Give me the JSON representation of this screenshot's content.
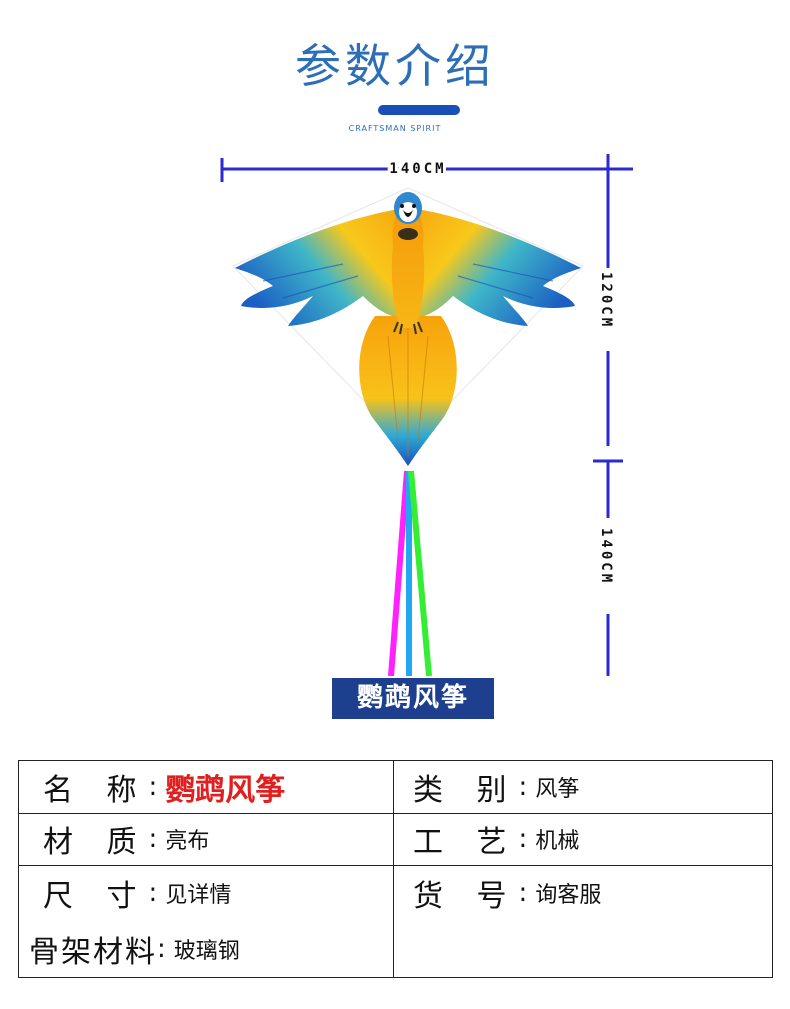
{
  "header": {
    "title": "参数介绍",
    "subtitle": "CRAFTSMAN SPIRIT"
  },
  "product": {
    "width_label": "140CM",
    "height_label": "120CM",
    "tail_label": "140CM",
    "name_tag": "鹦鹉风筝"
  },
  "specs": {
    "name": {
      "label": "名 称",
      "colon": ":",
      "value": "鹦鹉风筝"
    },
    "category": {
      "label": "类 别",
      "colon": ":",
      "value": "风筝"
    },
    "material": {
      "label": "材 质",
      "colon": ":",
      "value": "亮布"
    },
    "craft": {
      "label": "工 艺",
      "colon": ":",
      "value": "机械"
    },
    "size": {
      "label": "尺 寸",
      "colon": ":",
      "value": "见详情"
    },
    "item_no": {
      "label": "货 号",
      "colon": ":",
      "value": "询客服"
    },
    "frame": {
      "label": "骨架材料",
      "colon": ":",
      "value": "玻璃钢"
    }
  },
  "colors": {
    "title_blue": "#2d6fb7",
    "accent_navy": "#1d3f8e",
    "dimension_line": "#2a2ad0",
    "name_red": "#e02020"
  }
}
